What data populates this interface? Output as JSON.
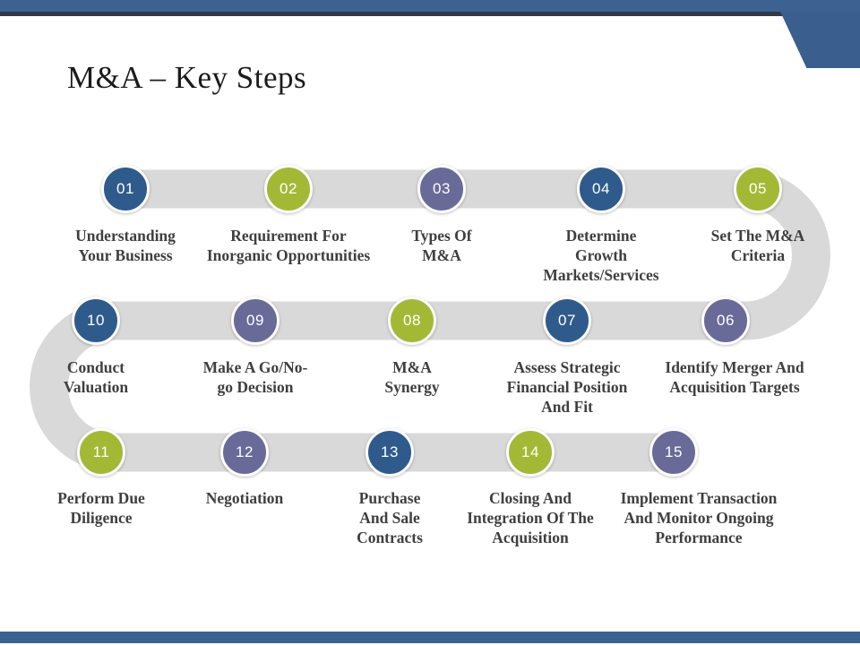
{
  "title": "M&A – Key Steps",
  "colors": {
    "top_bar_blue": "#3c6292",
    "accent_dark_line": "#333a46",
    "corner_blue": "#3a5f8e",
    "path_gray": "#d9d9d9",
    "circle_blue": "#2f5b8c",
    "circle_green": "#a3b936",
    "circle_purple": "#6a6a99",
    "label_text": "#3f3f3f"
  },
  "steps": [
    {
      "num": "01",
      "label": "Understanding\nYour Business",
      "color": "#2f5b8c"
    },
    {
      "num": "02",
      "label": "Requirement For\nInorganic Opportunities",
      "color": "#a3b936"
    },
    {
      "num": "03",
      "label": "Types Of\nM&A",
      "color": "#6a6a99"
    },
    {
      "num": "04",
      "label": "Determine\nGrowth\nMarkets/Services",
      "color": "#2f5b8c"
    },
    {
      "num": "05",
      "label": "Set The M&A\nCriteria",
      "color": "#a3b936"
    },
    {
      "num": "06",
      "label": "Identify Merger And\nAcquisition Targets",
      "color": "#6a6a99"
    },
    {
      "num": "07",
      "label": "Assess Strategic\nFinancial Position\nAnd Fit",
      "color": "#2f5b8c"
    },
    {
      "num": "08",
      "label": "M&A\nSynergy",
      "color": "#a3b936"
    },
    {
      "num": "09",
      "label": "Make A Go/No-\ngo Decision",
      "color": "#6a6a99"
    },
    {
      "num": "10",
      "label": "Conduct\nValuation",
      "color": "#2f5b8c"
    },
    {
      "num": "11",
      "label": "Perform Due\nDiligence",
      "color": "#a3b936"
    },
    {
      "num": "12",
      "label": "Negotiation",
      "color": "#6a6a99"
    },
    {
      "num": "13",
      "label": "Purchase\nAnd Sale\nContracts",
      "color": "#2f5b8c"
    },
    {
      "num": "14",
      "label": "Closing And\nIntegration Of The\nAcquisition",
      "color": "#a3b936"
    },
    {
      "num": "15",
      "label": "Implement Transaction\nAnd Monitor Ongoing\nPerformance",
      "color": "#6a6a99"
    }
  ]
}
